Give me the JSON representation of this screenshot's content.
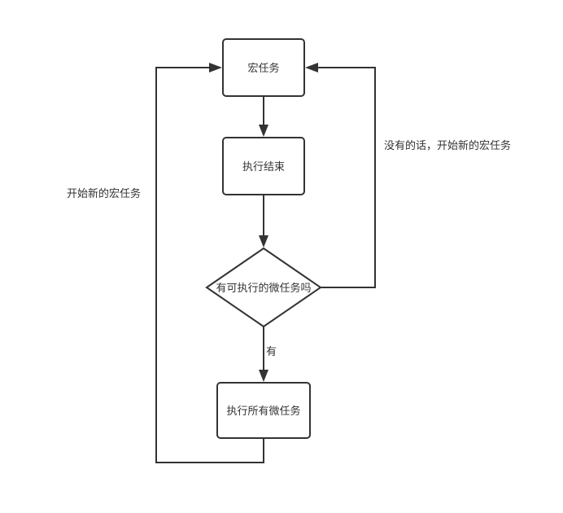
{
  "diagram": {
    "type": "flowchart",
    "colors": {
      "stroke": "#333333",
      "fill": "#ffffff",
      "text": "#333333"
    },
    "nodes": {
      "macro_task": {
        "label": "宏任务",
        "shape": "rounded-rect"
      },
      "exec_end": {
        "label": "执行结束",
        "shape": "rounded-rect"
      },
      "has_micro": {
        "label": "有可执行的微任务吗",
        "shape": "diamond"
      },
      "exec_all_micro": {
        "label": "执行所有微任务",
        "shape": "rounded-rect"
      }
    },
    "edges": {
      "macro_to_end": {
        "from": "macro_task",
        "to": "exec_end",
        "label": ""
      },
      "end_to_decision": {
        "from": "exec_end",
        "to": "has_micro",
        "label": ""
      },
      "decision_yes": {
        "from": "has_micro",
        "to": "exec_all_micro",
        "label": "有"
      },
      "decision_no": {
        "from": "has_micro",
        "to": "macro_task",
        "label": "没有的话，开始新的宏任务"
      },
      "micro_to_macro": {
        "from": "exec_all_micro",
        "to": "macro_task",
        "label": "开始新的宏任务"
      }
    }
  }
}
